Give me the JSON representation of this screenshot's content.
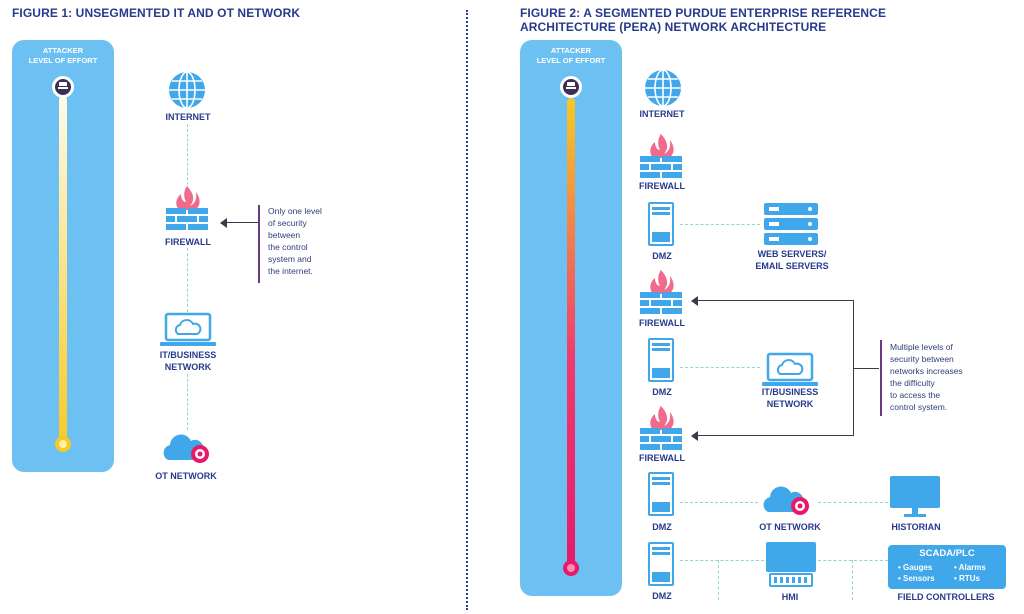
{
  "figure1": {
    "title": "FIGURE 1: UNSEGMENTED IT AND OT NETWORK",
    "effort_label_line1": "ATTACKER",
    "effort_label_line2": "LEVEL OF EFFORT",
    "nodes": {
      "internet": "INTERNET",
      "firewall": "FIREWALL",
      "it_line1": "IT/BUSINESS",
      "it_line2": "NETWORK",
      "ot": "OT NETWORK"
    },
    "note_lines": [
      "Only one level",
      "of security",
      "between",
      "the control",
      "system and",
      "the internet."
    ]
  },
  "figure2": {
    "title_line1": "FIGURE 2: A SEGMENTED PURDUE ENTERPRISE REFERENCE",
    "title_line2": "ARCHITECTURE (PERA) NETWORK ARCHITECTURE",
    "effort_label_line1": "ATTACKER",
    "effort_label_line2": "LEVEL OF EFFORT",
    "nodes": {
      "internet": "INTERNET",
      "firewall1": "FIREWALL",
      "dmz1": "DMZ",
      "web_line1": "WEB SERVERS/",
      "web_line2": "EMAIL SERVERS",
      "firewall2": "FIREWALL",
      "dmz2": "DMZ",
      "it_line1": "IT/BUSINESS",
      "it_line2": "NETWORK",
      "firewall3": "FIREWALL",
      "dmz3": "DMZ",
      "ot": "OT NETWORK",
      "historian": "HISTORIAN",
      "dmz4": "DMZ",
      "hmi": "HMI",
      "field": "FIELD CONTROLLERS"
    },
    "scada": {
      "title": "SCADA/PLC",
      "items": [
        "• Gauges",
        "• Alarms",
        "• Sensors",
        "• RTUs"
      ]
    },
    "note_lines": [
      "Multiple levels of",
      "security between",
      "networks increases",
      "the difficulty",
      "to access the",
      "control system."
    ]
  },
  "colors": {
    "panel": "#6cc1f2",
    "title": "#273a8c",
    "bar1_top": "#fffbe0",
    "bar1_bottom": "#f7c924",
    "bar2_top": "#f7c924",
    "bar2_bottom": "#e8196a",
    "device": "#3fa7ea",
    "flame": "#f06a8c"
  }
}
